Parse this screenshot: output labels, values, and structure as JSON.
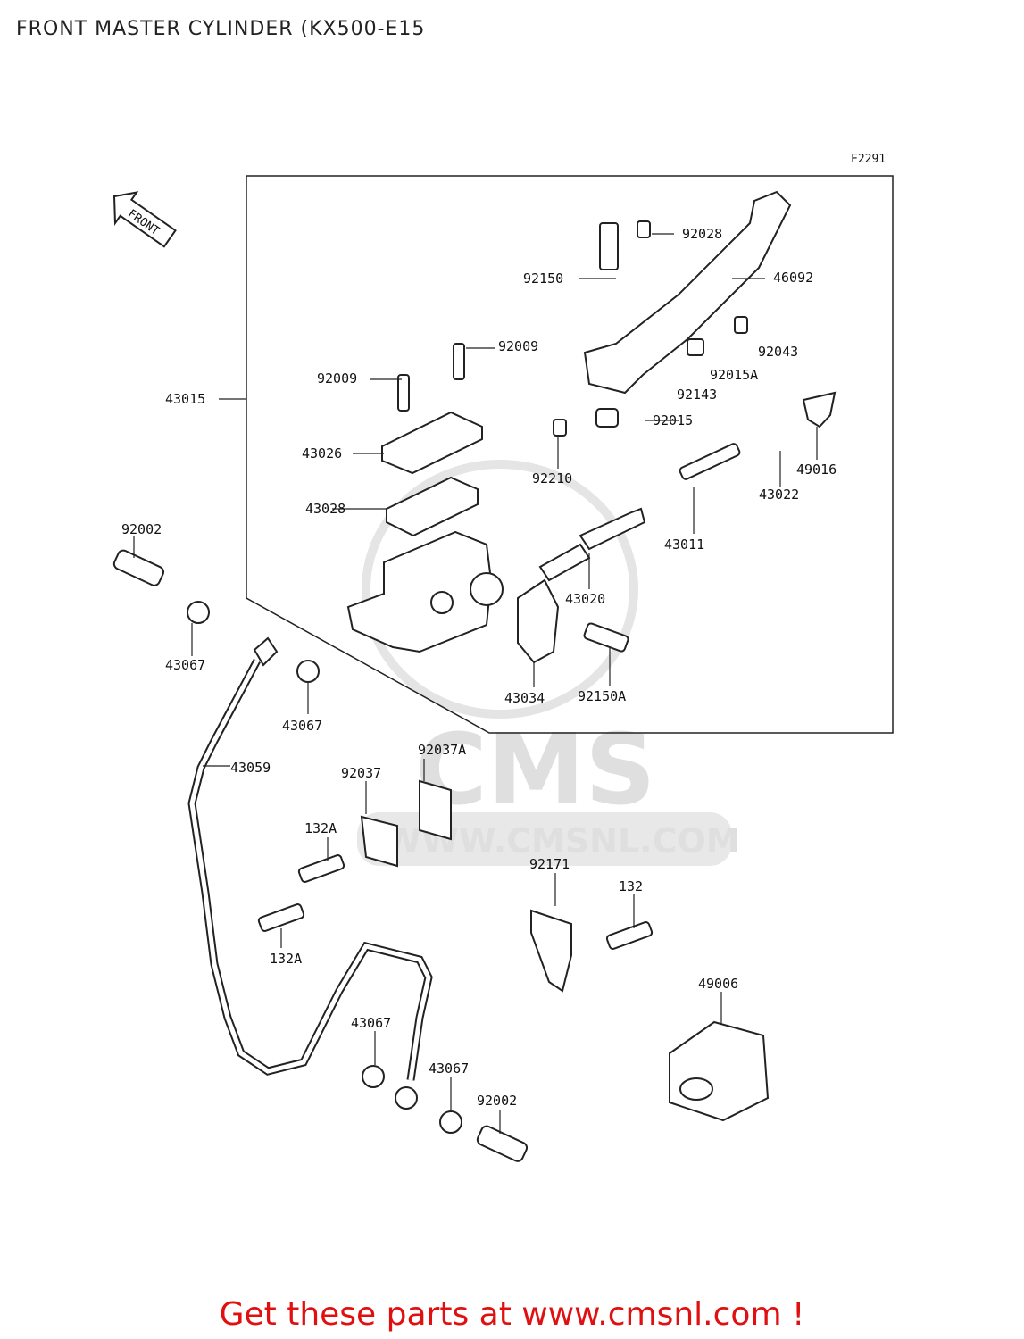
{
  "title": "FRONT MASTER CYLINDER (KX500-E15",
  "figure_code": "F2291",
  "front_indicator": "FRONT",
  "watermark": {
    "brand": "CMS",
    "url": "WWW.CMSNL.COM"
  },
  "promo": "Get these parts at www.cmsnl.com !",
  "promo_color": "#e01010",
  "parts": [
    {
      "id": "p92028",
      "label": "92028"
    },
    {
      "id": "p92150",
      "label": "92150"
    },
    {
      "id": "p46092",
      "label": "46092"
    },
    {
      "id": "p92009a",
      "label": "92009"
    },
    {
      "id": "p92009b",
      "label": "92009"
    },
    {
      "id": "p92043",
      "label": "92043"
    },
    {
      "id": "p92015A",
      "label": "92015A"
    },
    {
      "id": "p92143",
      "label": "92143"
    },
    {
      "id": "p43015",
      "label": "43015"
    },
    {
      "id": "p92015",
      "label": "92015"
    },
    {
      "id": "p43026",
      "label": "43026"
    },
    {
      "id": "p92210",
      "label": "92210"
    },
    {
      "id": "p49016",
      "label": "49016"
    },
    {
      "id": "p43022",
      "label": "43022"
    },
    {
      "id": "p43028",
      "label": "43028"
    },
    {
      "id": "p92002a",
      "label": "92002"
    },
    {
      "id": "p43011",
      "label": "43011"
    },
    {
      "id": "p43020",
      "label": "43020"
    },
    {
      "id": "p43067a",
      "label": "43067"
    },
    {
      "id": "p43067b",
      "label": "43067"
    },
    {
      "id": "p43034",
      "label": "43034"
    },
    {
      "id": "p92150A",
      "label": "92150A"
    },
    {
      "id": "p92037A",
      "label": "92037A"
    },
    {
      "id": "p43059",
      "label": "43059"
    },
    {
      "id": "p92037",
      "label": "92037"
    },
    {
      "id": "p132Aa",
      "label": "132A"
    },
    {
      "id": "p92171",
      "label": "92171"
    },
    {
      "id": "p132",
      "label": "132"
    },
    {
      "id": "p132Ab",
      "label": "132A"
    },
    {
      "id": "p49006",
      "label": "49006"
    },
    {
      "id": "p43067c",
      "label": "43067"
    },
    {
      "id": "p43067d",
      "label": "43067"
    },
    {
      "id": "p92002b",
      "label": "92002"
    }
  ]
}
